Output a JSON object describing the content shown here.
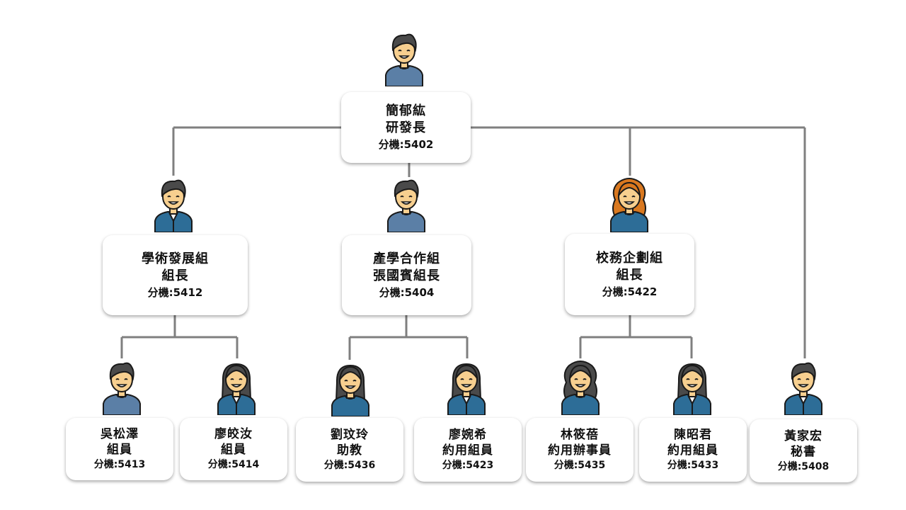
{
  "org": {
    "head": {
      "name": "簡郁紘",
      "title": "研發長",
      "ext": "分機:5402",
      "avatar": "male-hoodie-avatar",
      "hair": "#4a4a4a",
      "shirt": "#5b7fa6"
    },
    "groups": [
      {
        "name": "學術發展組",
        "title": "組長",
        "ext": "分機:5412",
        "avatar": "male-formal-avatar",
        "hair": "#4a4a4a",
        "shirt": "#2d6d97"
      },
      {
        "name": "產學合作組",
        "title": "張國賓組長",
        "ext": "分機:5404",
        "avatar": "male-hoodie-avatar",
        "hair": "#4a4a4a",
        "shirt": "#5b7fa6"
      },
      {
        "name": "校務企劃組",
        "title": "組長",
        "ext": "分機:5422",
        "avatar": "female-curly-avatar",
        "hair": "#d9781f",
        "shirt": "#2d6d97"
      }
    ],
    "members": [
      {
        "name": "吳松澤",
        "title": "組員",
        "ext": "分機:5413",
        "avatar": "male-sweater-avatar",
        "hair": "#4a4a4a",
        "shirt": "#5b7fa6"
      },
      {
        "name": "廖皎汝",
        "title": "組員",
        "ext": "分機:5414",
        "avatar": "female-suit-avatar",
        "hair": "#4a4a4a",
        "shirt": "#2d6d97"
      },
      {
        "name": "劉玟玲",
        "title": "助教",
        "ext": "分機:5436",
        "avatar": "female-short-hair-avatar",
        "hair": "#4a4a4a",
        "shirt": "#2d6d97"
      },
      {
        "name": "廖婉希",
        "title": "約用組員",
        "ext": "分機:5423",
        "avatar": "female-suit-avatar",
        "hair": "#4a4a4a",
        "shirt": "#2d6d97"
      },
      {
        "name": "林筱蓓",
        "title": "約用辦事員",
        "ext": "分機:5435",
        "avatar": "female-curly-avatar",
        "hair": "#4a4a4a",
        "shirt": "#2d6d97"
      },
      {
        "name": "陳昭君",
        "title": "約用組員",
        "ext": "分機:5433",
        "avatar": "female-suit-avatar",
        "hair": "#4a4a4a",
        "shirt": "#2d6d97"
      },
      {
        "name": "黃家宏",
        "title": "秘書",
        "ext": "分機:5408",
        "avatar": "male-suit-avatar",
        "hair": "#4a4a4a",
        "shirt": "#2d6d97"
      }
    ]
  },
  "colors": {
    "connector": "#7f7f7f",
    "skin": "#f7cf8f",
    "outline": "#1a1a1a"
  }
}
